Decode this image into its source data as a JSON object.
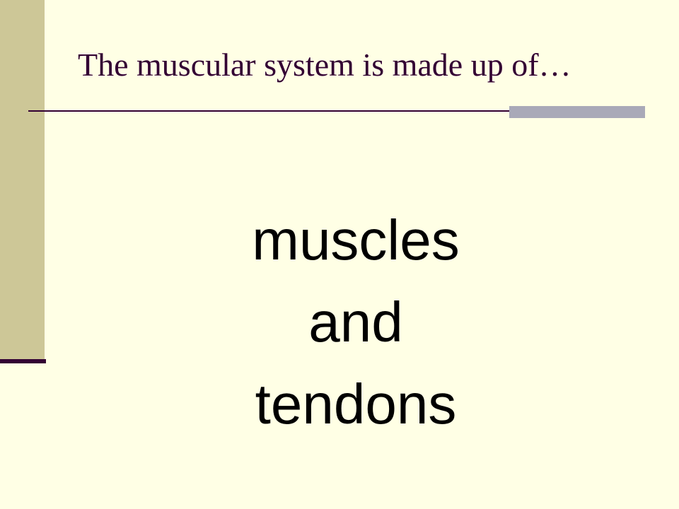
{
  "slide": {
    "title": "The muscular system is made up of…",
    "lines": [
      "muscles",
      "and",
      "tendons"
    ]
  },
  "colors": {
    "background": "#ffffe5",
    "left_bar": "#cdc797",
    "title_text": "#330033",
    "accent_rule": "#a9a9b8",
    "body_text": "#000000"
  }
}
